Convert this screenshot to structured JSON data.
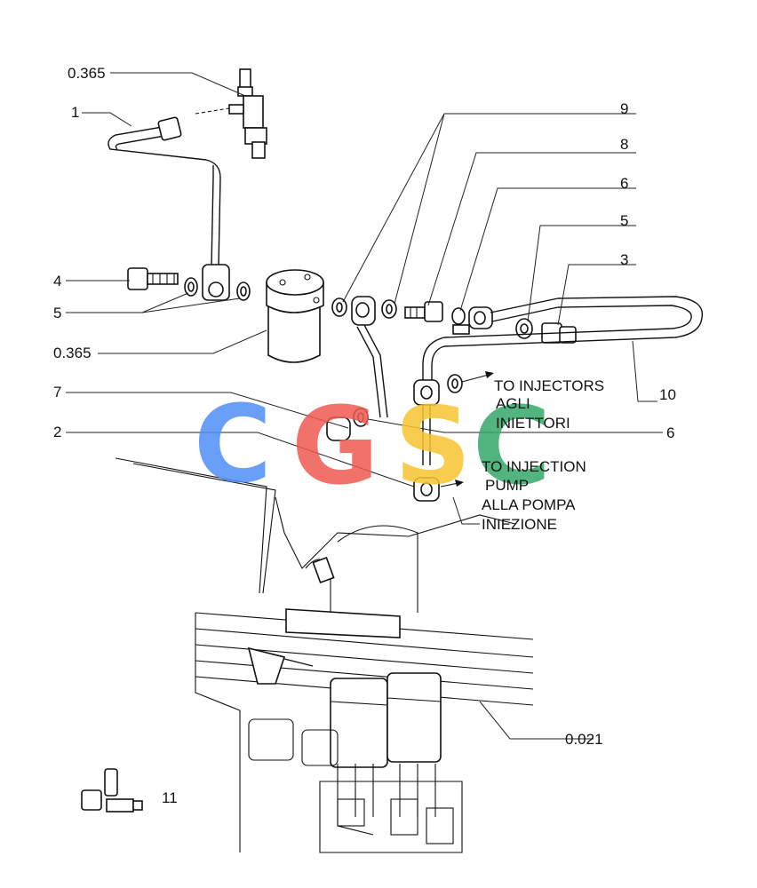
{
  "callouts": {
    "c_0365_top": "0.365",
    "c_1": "1",
    "c_4": "4",
    "c_5_left": "5",
    "c_0365_mid": "0.365",
    "c_7": "7",
    "c_2": "2",
    "c_9": "9",
    "c_8": "8",
    "c_6_top": "6",
    "c_5_right": "5",
    "c_3": "3",
    "c_10": "10",
    "c_6_mid": "6",
    "c_0021": "0.021",
    "c_11": "11"
  },
  "notes": {
    "injectors_en": "TO INJECTORS",
    "injectors_it_1": "AGLI",
    "injectors_it_2": "INIETTORI",
    "pump_en_1": "TO INJECTION",
    "pump_en_2": "PUMP",
    "pump_it_1": "ALLA POMPA",
    "pump_it_2": "INIEZIONE"
  },
  "watermark": {
    "letters": [
      "C",
      "G",
      "S",
      "C"
    ],
    "colors": [
      "#4f8ff7",
      "#ef5a52",
      "#f7c531",
      "#34a869"
    ]
  }
}
